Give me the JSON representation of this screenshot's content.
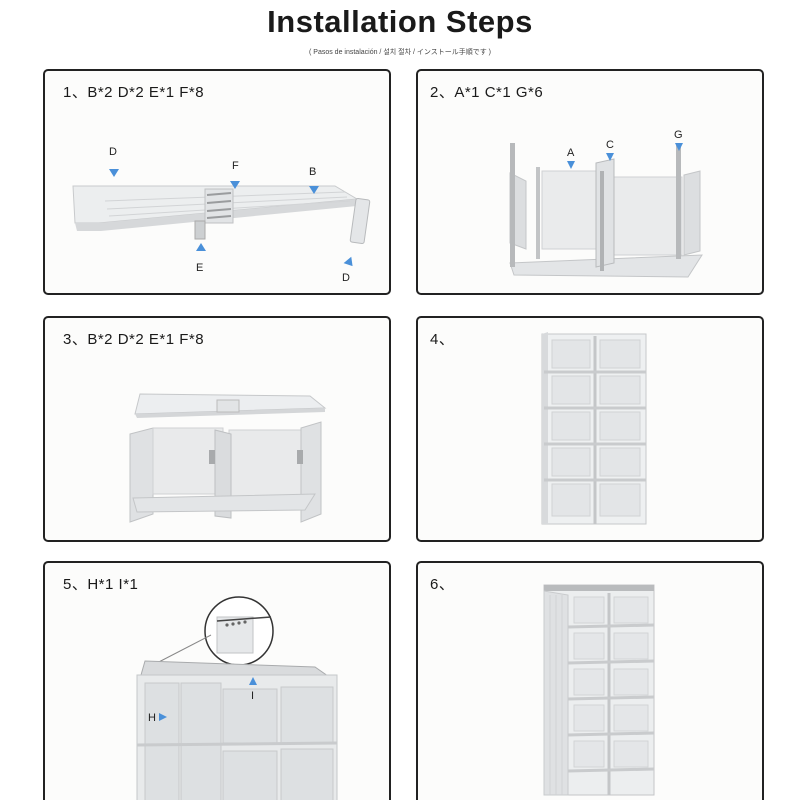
{
  "header": {
    "title": "Installation Steps",
    "subtitle": "( Pasos de instalación   /  설치 절차  /  インストール手順です )"
  },
  "steps": [
    {
      "label": "1、B*2 D*2 E*1 F*8",
      "parts": [
        "D",
        "F",
        "B",
        "E",
        "D"
      ]
    },
    {
      "label": "2、A*1 C*1 G*6",
      "parts": [
        "A",
        "C",
        "G"
      ]
    },
    {
      "label": "3、B*2 D*2 E*1 F*8"
    },
    {
      "label": "4、"
    },
    {
      "label": "5、H*1 I*1",
      "parts": [
        "H",
        "I"
      ]
    },
    {
      "label": "6、"
    }
  ],
  "colors": {
    "border": "#222222",
    "arrow": "#4a90d9",
    "panel_plastic": "#e8e9ea",
    "panel_shadow": "#c9cbcd"
  }
}
